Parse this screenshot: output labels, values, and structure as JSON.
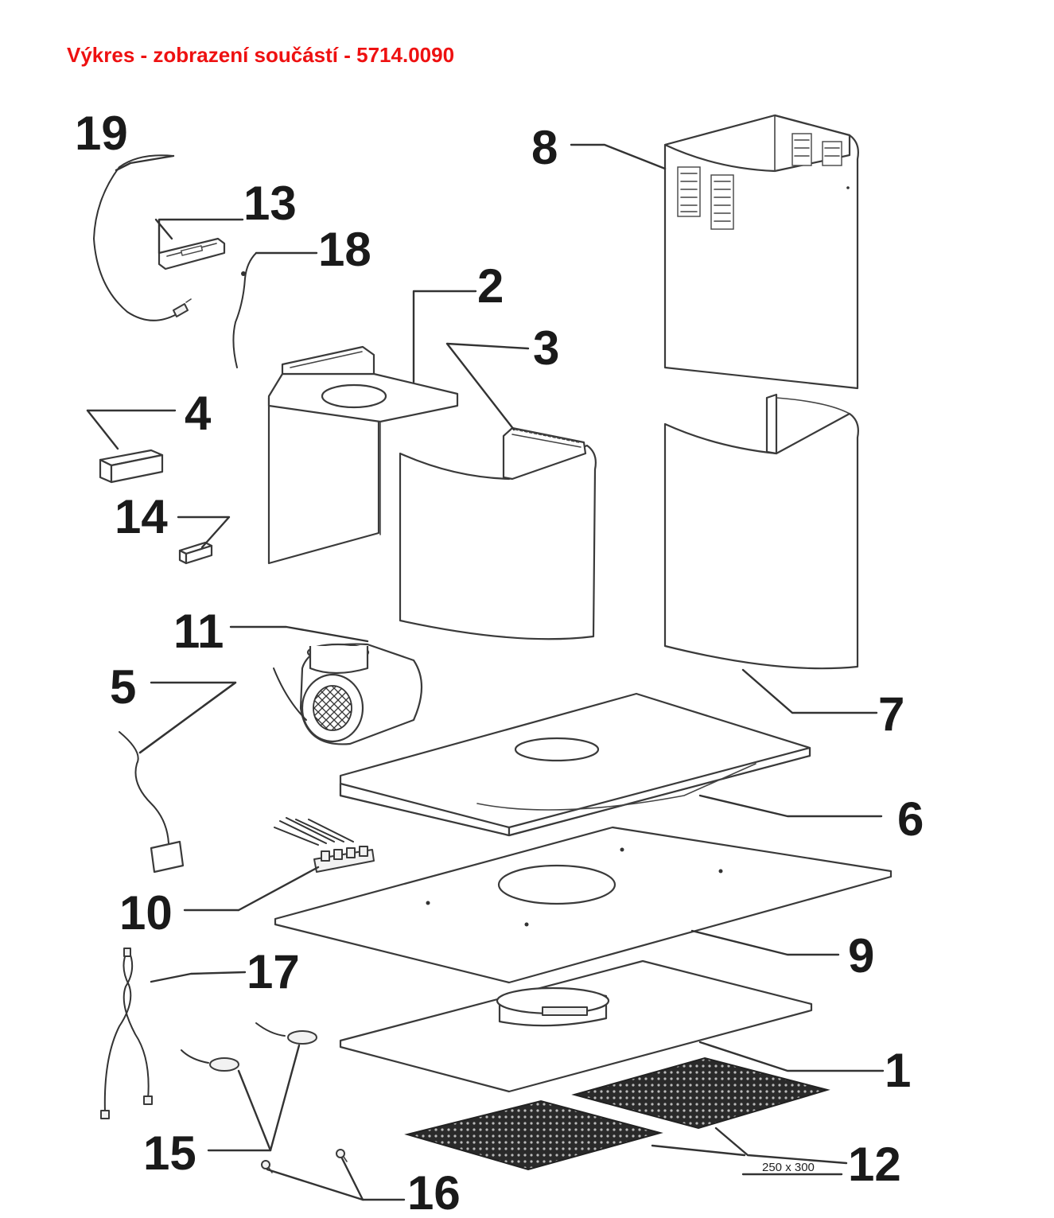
{
  "title": "Výkres - zobrazení součástí - 5714.0090",
  "title_color": "#ee1111",
  "filter_size_label": "250 x 300",
  "parts": [
    {
      "number": "1",
      "key": "p1"
    },
    {
      "number": "2",
      "key": "p2"
    },
    {
      "number": "3",
      "key": "p3"
    },
    {
      "number": "4",
      "key": "p4"
    },
    {
      "number": "5",
      "key": "p5"
    },
    {
      "number": "6",
      "key": "p6"
    },
    {
      "number": "7",
      "key": "p7"
    },
    {
      "number": "8",
      "key": "p8"
    },
    {
      "number": "9",
      "key": "p9"
    },
    {
      "number": "10",
      "key": "p10"
    },
    {
      "number": "11",
      "key": "p11"
    },
    {
      "number": "12",
      "key": "p12"
    },
    {
      "number": "13",
      "key": "p13"
    },
    {
      "number": "14",
      "key": "p14"
    },
    {
      "number": "15",
      "key": "p15"
    },
    {
      "number": "16",
      "key": "p16"
    },
    {
      "number": "17",
      "key": "p17"
    },
    {
      "number": "18",
      "key": "p18"
    },
    {
      "number": "19",
      "key": "p19"
    }
  ]
}
